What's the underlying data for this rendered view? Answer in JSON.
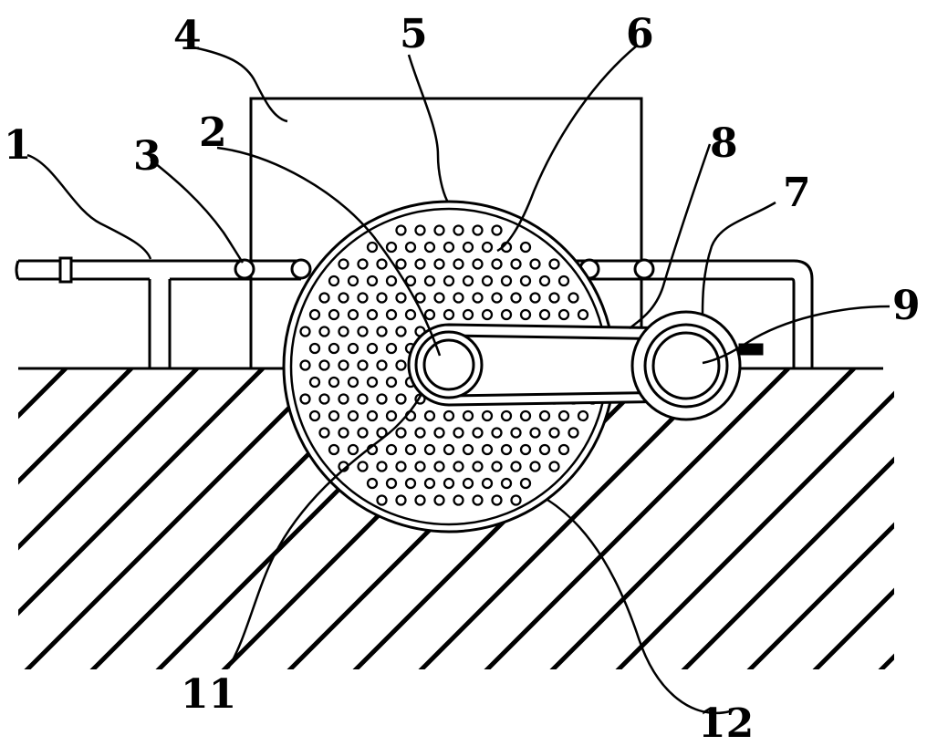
{
  "diagram": {
    "stroke_color": "#000000",
    "background_color": "#ffffff",
    "labels": [
      {
        "id": "1",
        "text": "1"
      },
      {
        "id": "2",
        "text": "2"
      },
      {
        "id": "3",
        "text": "3"
      },
      {
        "id": "4",
        "text": "4"
      },
      {
        "id": "5",
        "text": "5"
      },
      {
        "id": "6",
        "text": "6"
      },
      {
        "id": "7",
        "text": "7"
      },
      {
        "id": "8",
        "text": "8"
      },
      {
        "id": "9",
        "text": "9"
      },
      {
        "id": "11",
        "text": "11"
      },
      {
        "id": "12",
        "text": "12"
      }
    ]
  }
}
